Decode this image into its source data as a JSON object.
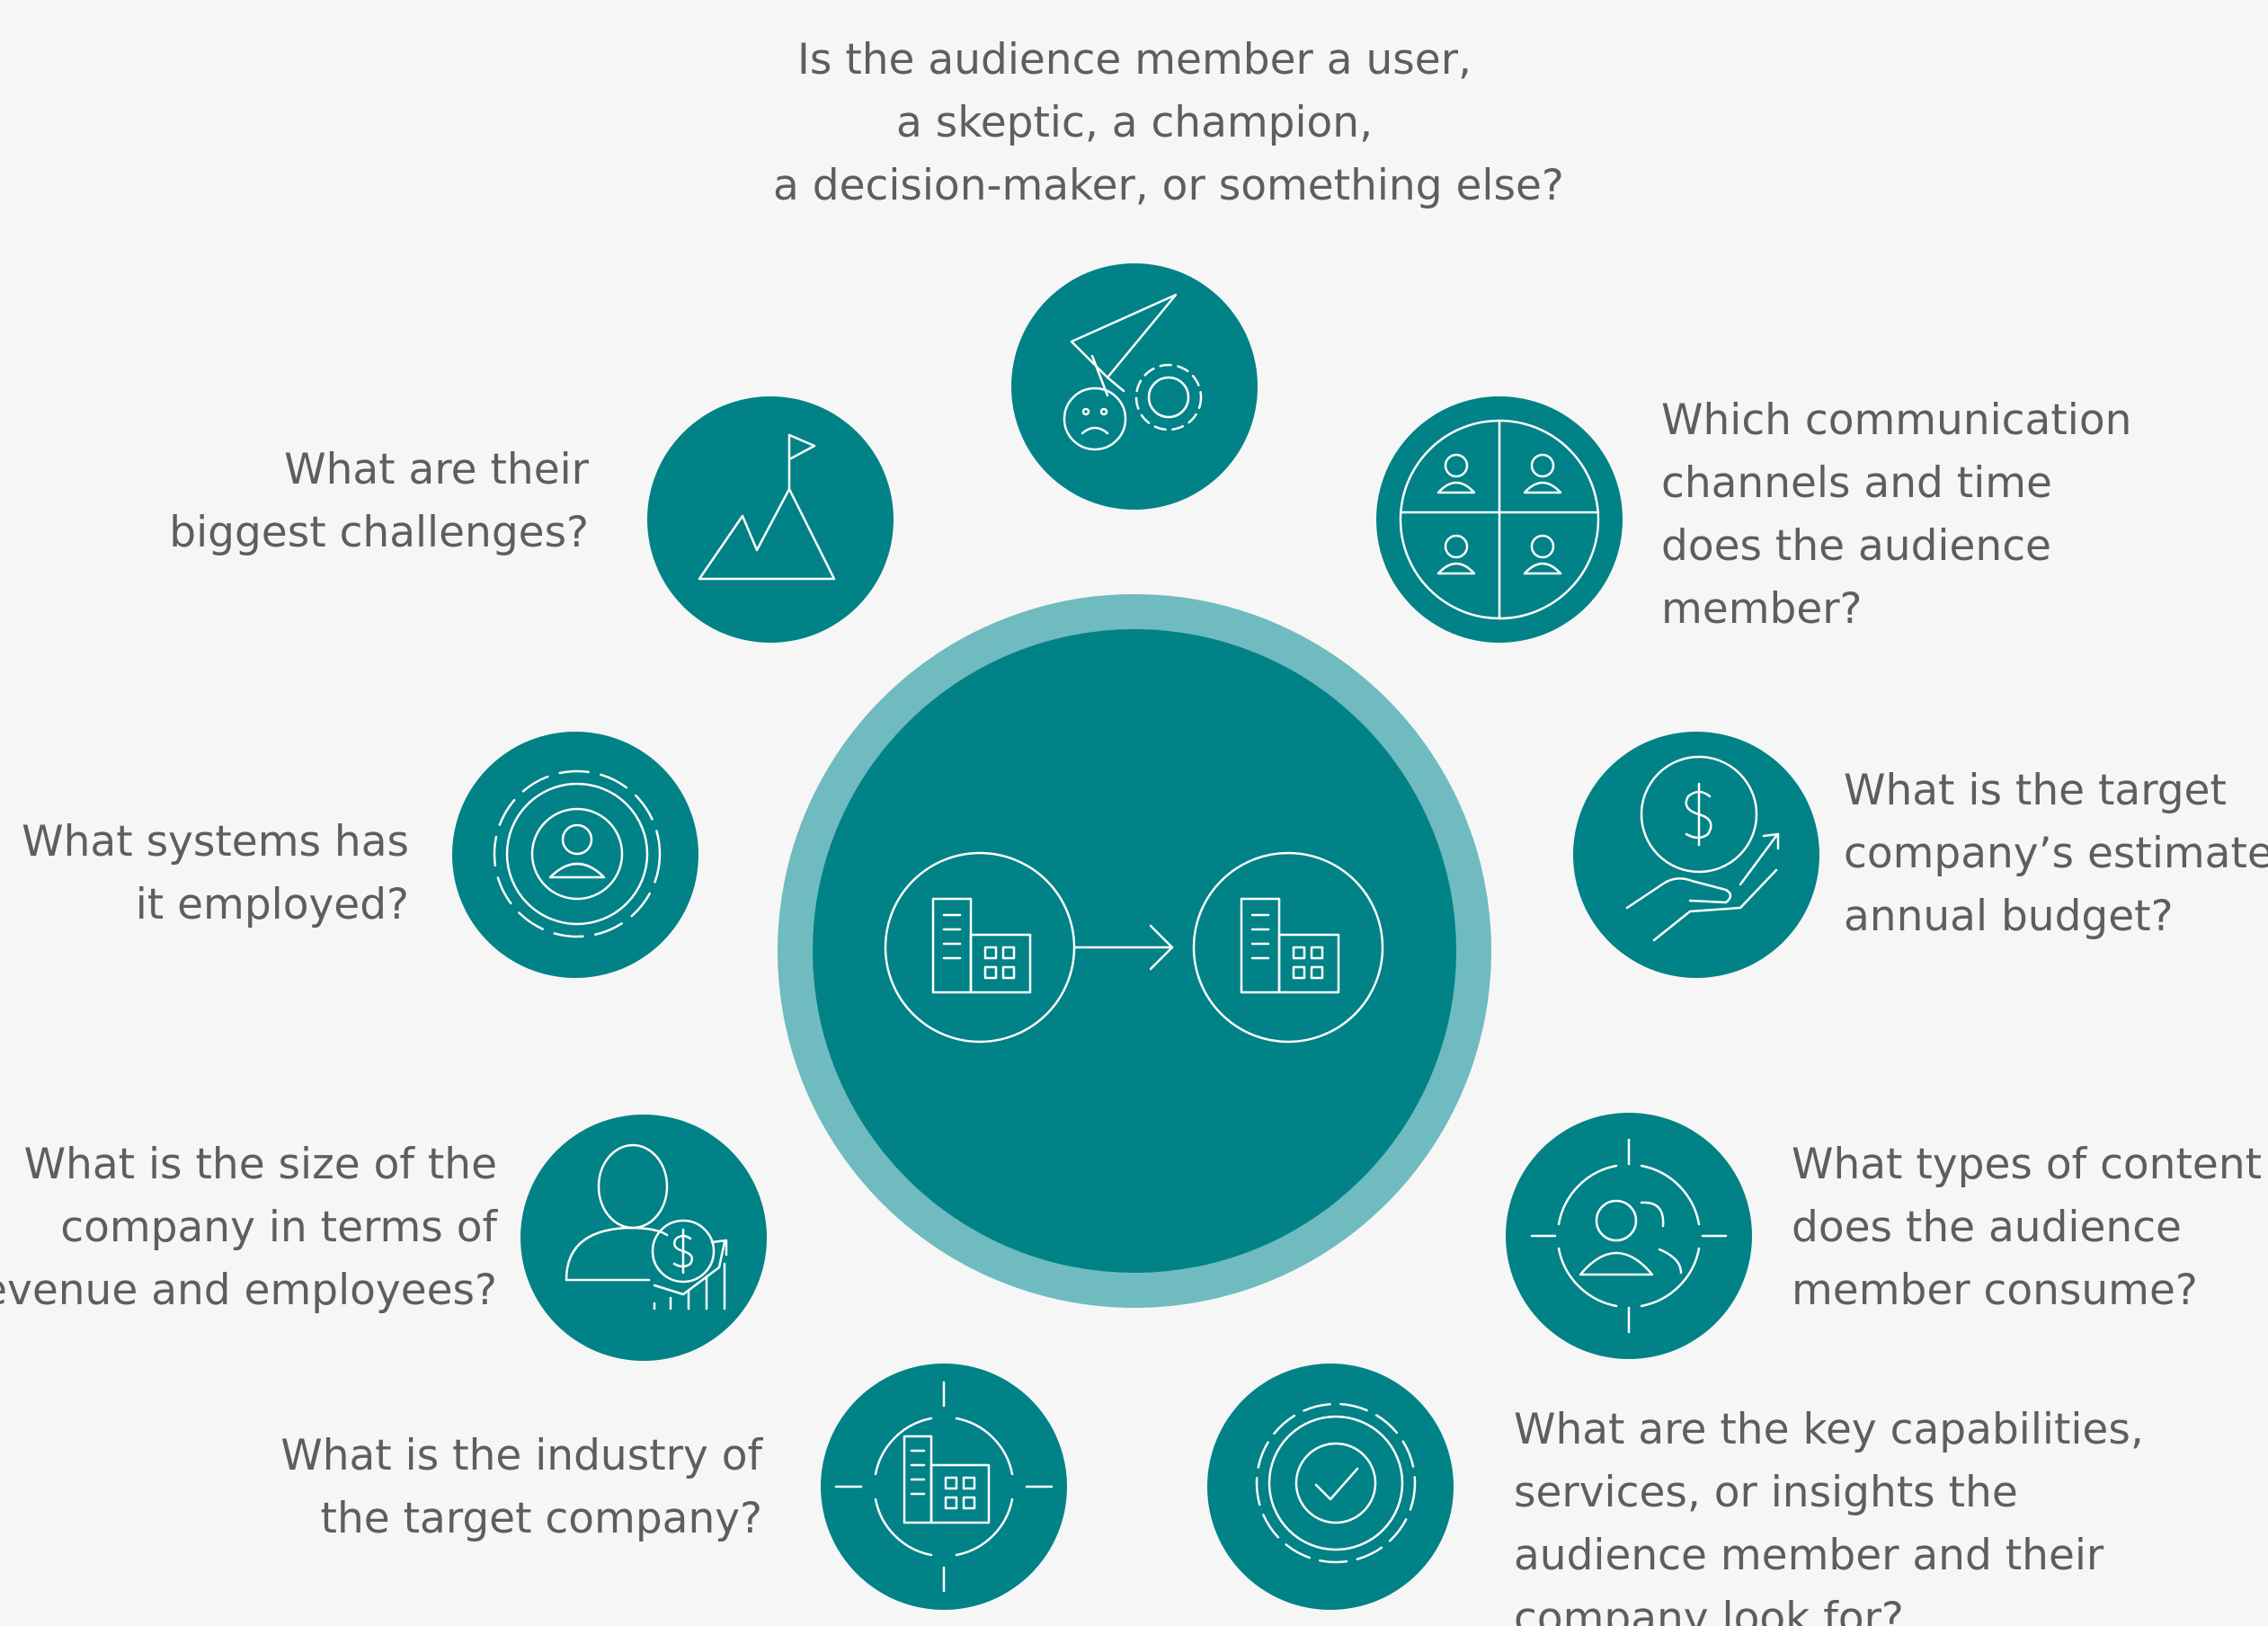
{
  "colors": {
    "background": "#f6f6f6",
    "teal": "#008286",
    "teal_ring": "#6fbbbf",
    "icon_stroke": "#ffffff",
    "text": "#5e5e5e"
  },
  "center": {
    "icon": "building-to-building-icon"
  },
  "nodes": [
    {
      "id": "role",
      "icon": "paper-plane-sad-face-gear-icon",
      "lines": [
        "Is the audience member a user,",
        "a skeptic, a champion,",
        "a decision-maker, or something else?"
      ]
    },
    {
      "id": "channels",
      "icon": "four-people-grid-icon",
      "lines": [
        "Which communication",
        "channels and time",
        "does the audience",
        "member?"
      ]
    },
    {
      "id": "budget",
      "icon": "hand-dollar-coin-icon",
      "lines": [
        "What is the target",
        "company’s estimated",
        "annual budget?"
      ]
    },
    {
      "id": "content",
      "icon": "target-people-icon",
      "lines": [
        "What types of content",
        "does the audience",
        "member consume?"
      ]
    },
    {
      "id": "capabilities",
      "icon": "gear-checkmark-icon",
      "lines": [
        "What are the key capabilities,",
        "services, or insights the",
        "audience member and their",
        "company look for?"
      ]
    },
    {
      "id": "industry",
      "icon": "target-building-icon",
      "lines": [
        "What is the industry of",
        "the target company?"
      ]
    },
    {
      "id": "size",
      "icon": "person-dollar-growth-icon",
      "lines": [
        "What is the size of the",
        "company in terms of",
        "revenue and employees?"
      ]
    },
    {
      "id": "systems",
      "icon": "gear-person-icon",
      "lines": [
        "What systems has",
        "it employed?"
      ]
    },
    {
      "id": "challenges",
      "icon": "mountain-flag-icon",
      "lines": [
        "What are their",
        "biggest challenges?"
      ]
    }
  ]
}
